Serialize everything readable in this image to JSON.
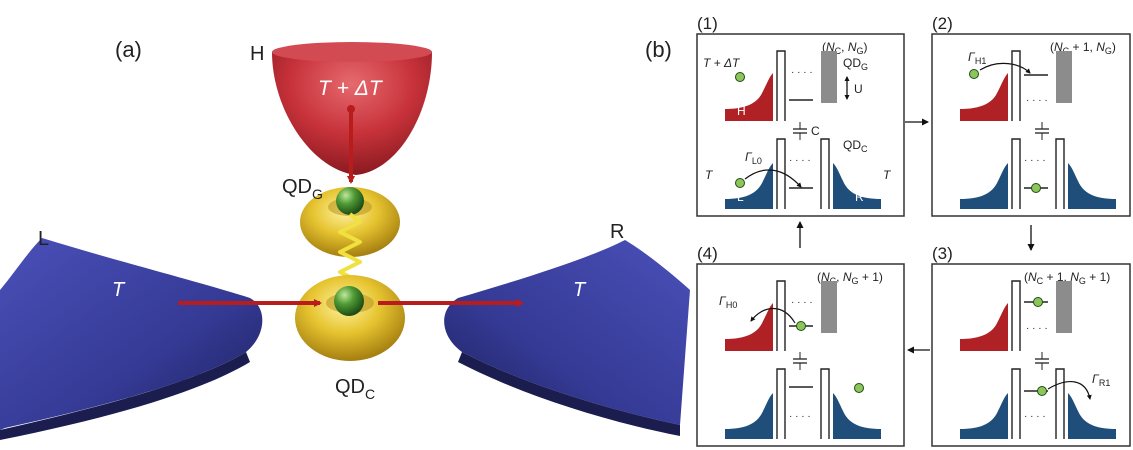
{
  "panel_a": {
    "label": "(a)",
    "lead_h": "H",
    "lead_l": "L",
    "lead_r": "R",
    "hot_temp": "T + ΔT",
    "temp_l": "T",
    "temp_r": "T",
    "qd_gate_main": "QD",
    "qd_gate_sub": "G",
    "qd_cond_main": "QD",
    "qd_cond_sub": "C"
  },
  "panel_b": {
    "label": "(b)",
    "sub1": {
      "num": "(1)",
      "state": "(N_C, N_G)",
      "hot_temp": "T + ΔT",
      "lead_h": "H",
      "qd_g_main": "QD",
      "qd_g_sub": "G",
      "u_label": "U",
      "c_label": "C",
      "qd_c_main": "QD",
      "qd_c_sub": "C",
      "rate_main": "Γ",
      "rate_sub": "L0",
      "temp_l": "T",
      "temp_r": "T",
      "lead_l": "L",
      "lead_r": "R"
    },
    "sub2": {
      "num": "(2)",
      "state": "(N_C + 1, N_G)",
      "rate_main": "Γ",
      "rate_sub": "H1"
    },
    "sub3": {
      "num": "(3)",
      "state": "(N_C + 1, N_G + 1)",
      "rate_main": "Γ",
      "rate_sub": "R1"
    },
    "sub4": {
      "num": "(4)",
      "state": "(N_C, N_G + 1)",
      "rate_main": "Γ",
      "rate_sub": "H0"
    },
    "dots": "· · · ·"
  },
  "colors": {
    "hot_lead": "#c8323a",
    "cold_lead": "#3a3f9a",
    "dot_yellow": "#e0b820",
    "electron": "#3d8a2e",
    "electron_light": "#8cc65a",
    "fermi_red": "#b02126",
    "fermi_blue": "#1f4e7a",
    "grey_block": "#8c8c8c",
    "arrow": "#b81c1c"
  }
}
